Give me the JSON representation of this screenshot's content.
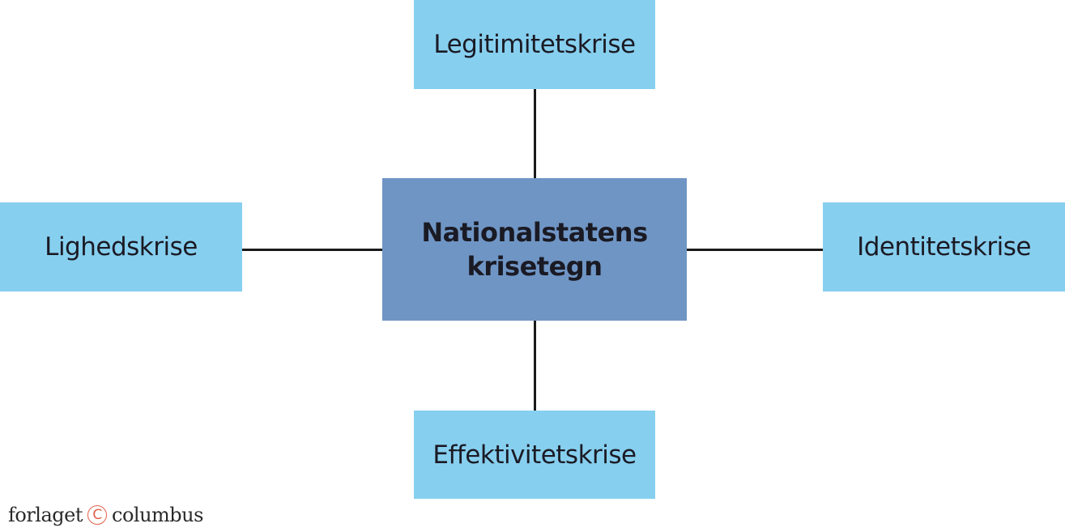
{
  "diagram": {
    "center": {
      "line1": "Nationalstatens",
      "line2": "krisetegn"
    },
    "nodes": {
      "top": "Legitimitetskrise",
      "left": "Lighedskrise",
      "right": "Identitetskrise",
      "bottom": "Effektivitetskrise"
    },
    "colors": {
      "center_fill": "#6f95c4",
      "node_fill": "#87cfef",
      "connector": "#1a1a1a",
      "logo_accent": "#e2604c"
    }
  },
  "footer": {
    "publisher_left": "forlaget",
    "copyright_symbol": "C",
    "publisher_right": "columbus"
  }
}
